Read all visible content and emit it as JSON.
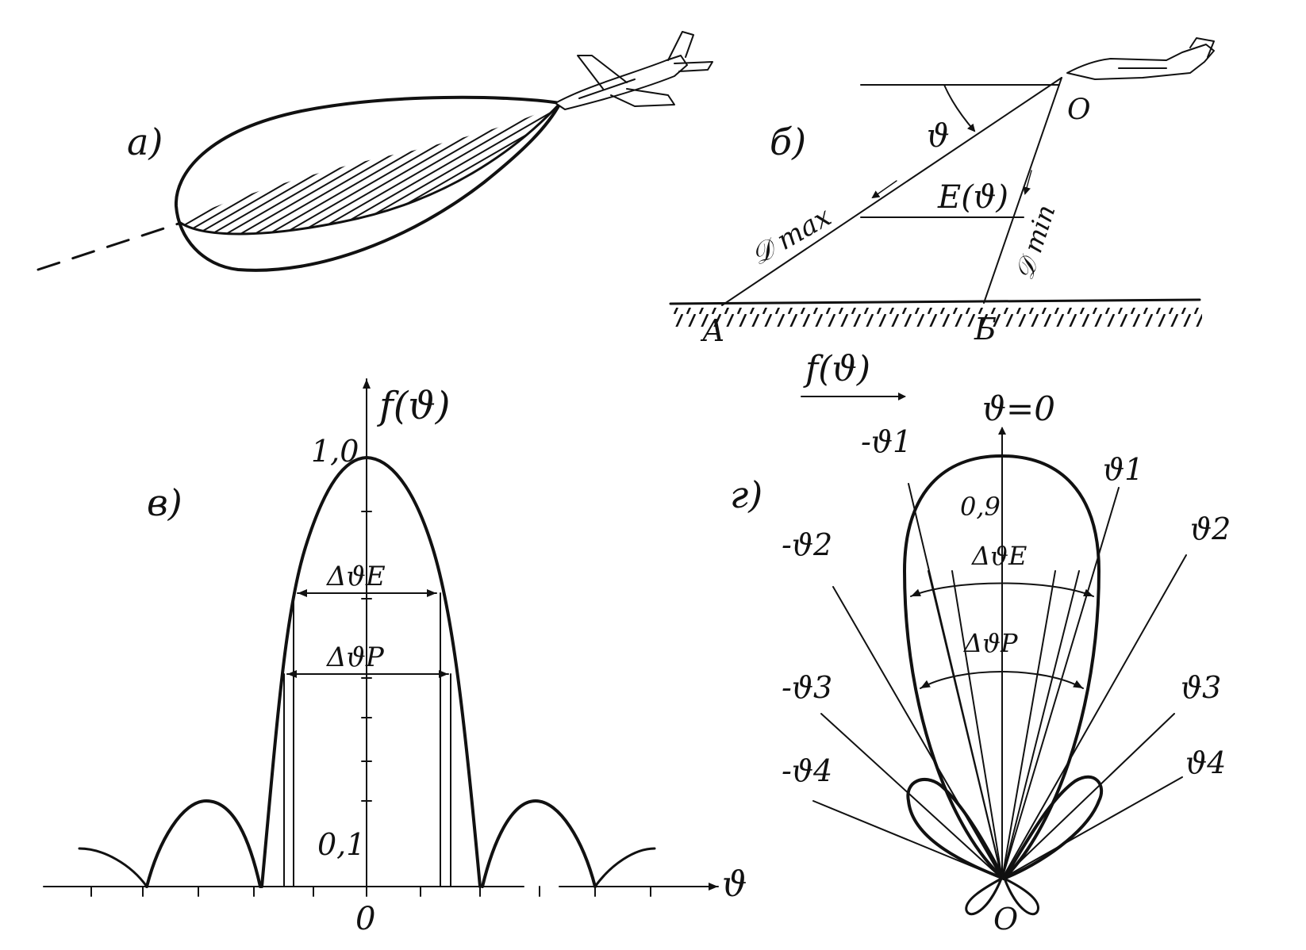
{
  "panels": {
    "a": {
      "label": "а)"
    },
    "b": {
      "label": "б)",
      "angle": "ϑ",
      "origin": "О",
      "field": "E(ϑ)",
      "d_max": "𝒟 max",
      "d_min": "𝒟 min",
      "point_a": "А",
      "point_b": "Б"
    },
    "c": {
      "label": "в)",
      "y_axis": "f(ϑ)",
      "x_axis": "ϑ",
      "origin": "0",
      "tick_top": "1,0",
      "tick_low": "0,1",
      "width_e": "ΔϑE",
      "width_p": "ΔϑP"
    },
    "d": {
      "label": "г)",
      "func": "f(ϑ)",
      "theta_0": "ϑ=0",
      "theta_1": "ϑ1",
      "theta_2": "ϑ2",
      "theta_3": "ϑ3",
      "theta_4": "ϑ4",
      "neg_theta_1": "-ϑ1",
      "neg_theta_2": "-ϑ2",
      "neg_theta_3": "-ϑ3",
      "neg_theta_4": "-ϑ4",
      "tick": "0,9",
      "width_e": "ΔϑE",
      "width_p": "ΔϑP",
      "origin": "О"
    }
  }
}
